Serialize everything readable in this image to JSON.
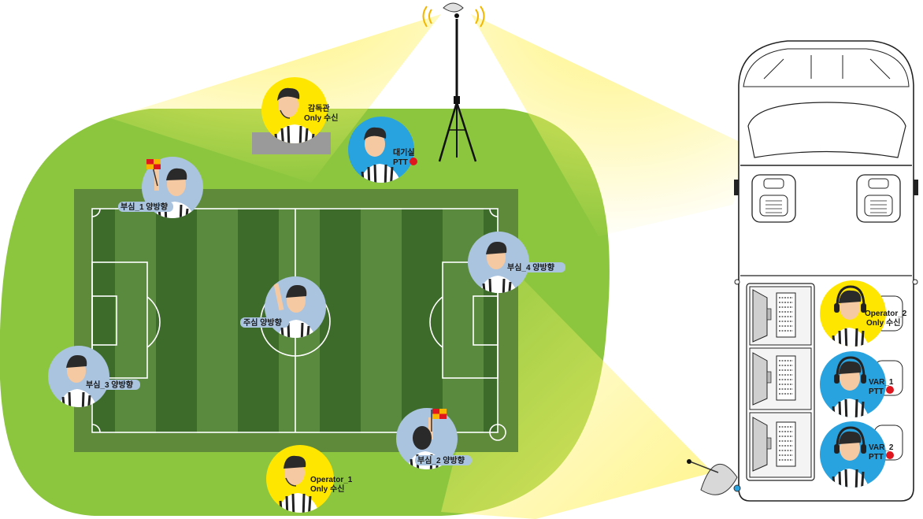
{
  "labels": {
    "director": [
      "감독관",
      "Only 수신"
    ],
    "waiting": [
      "대기실",
      "PTT"
    ],
    "assistant1": "부심_1 양방향",
    "assistant2": "부심_2 양방향",
    "assistant3": "부심_3 양방향",
    "assistant4": "부심_4 양방향",
    "main_referee": "주심 양방향",
    "operator1": [
      "Operator_1",
      "Only 수신"
    ],
    "operator2": [
      "Operator_2",
      "Only 수신"
    ],
    "var1": [
      "VAR_1",
      "PTT"
    ],
    "var2": [
      "VAR_2",
      "PTT"
    ]
  },
  "colors": {
    "field_outer": "#8cc63f",
    "field_band": "#5e8a3a",
    "stripe_dark": "#3d6b2a",
    "stripe_light": "#5a8a3e",
    "beam": "#fff26a",
    "badge_yellow": "#ffe600",
    "badge_blue": "#29a3e0",
    "badge_gray": "#aac4e0",
    "ptt_red": "#e0161e"
  },
  "icons": {
    "antenna": "antenna-tower-icon",
    "dish": "satellite-dish-icon",
    "van": "broadcast-van-icon",
    "flag": "assistant-flag-icon",
    "headset": "headset-icon"
  }
}
